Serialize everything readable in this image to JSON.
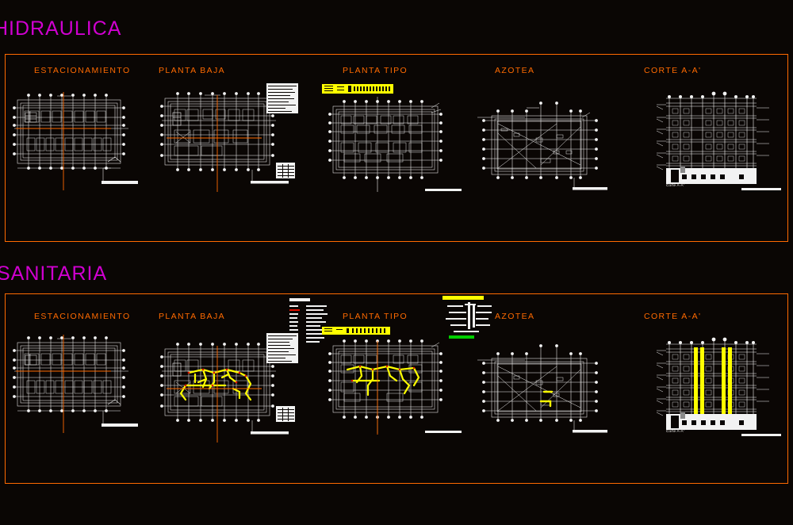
{
  "sheet": {
    "background_color": "#0a0604",
    "frame_color": "#ff6a00",
    "linework_color": "#f2f2f2",
    "section_caption_color": "#d000d0",
    "pipe_color": "#ffff00",
    "axis_color": "#ff6a00"
  },
  "sections": [
    {
      "id": "hidraulica",
      "caption": "HIDRAULICA",
      "panels": [
        {
          "title": "ESTACIONAMIENTO",
          "type": "parking-plan"
        },
        {
          "title": "PLANTA BAJA",
          "type": "ground-floor-plan"
        },
        {
          "title": "PLANTA TIPO",
          "type": "typical-floor-plan"
        },
        {
          "title": "AZOTEA",
          "type": "roof-plan"
        },
        {
          "title": "CORTE A-A'",
          "type": "building-section"
        }
      ]
    },
    {
      "id": "sanitaria",
      "caption": "SANITARIA",
      "panels": [
        {
          "title": "ESTACIONAMIENTO",
          "type": "parking-plan"
        },
        {
          "title": "PLANTA BAJA",
          "type": "ground-floor-plan"
        },
        {
          "title": "PLANTA TIPO",
          "type": "typical-floor-plan"
        },
        {
          "title": "AZOTEA",
          "type": "roof-plan"
        },
        {
          "title": "CORTE A-A'",
          "type": "building-section"
        }
      ]
    }
  ],
  "section_labels": {
    "corte_top": "Corte A-A'",
    "corte_bottom": "Corte A-A'"
  },
  "notes": {
    "top_legend_present": true,
    "riser_diagram_present": true,
    "notes_block_present": true
  }
}
